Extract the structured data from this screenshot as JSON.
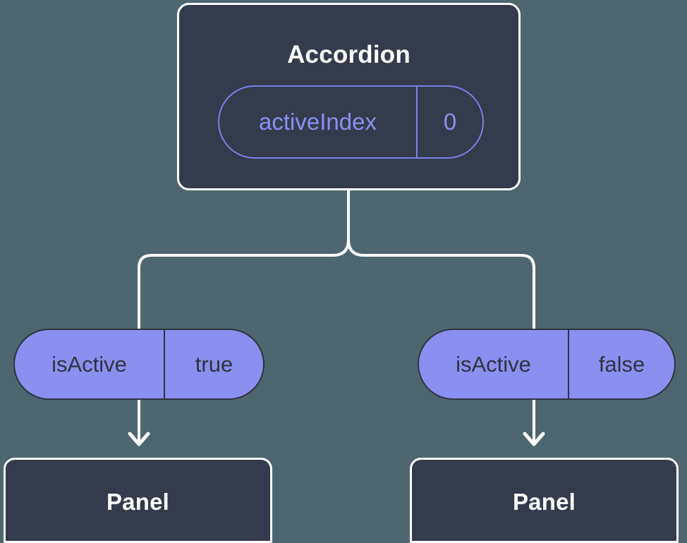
{
  "diagram": {
    "type": "component-state-tree",
    "background_color": "#4e6670",
    "node_fill": "#343b4c",
    "node_stroke": "#ffffff",
    "accent_purple": "#8b8fef",
    "outline_purple": "#7b80ea",
    "root": {
      "title": "Accordion",
      "prop": {
        "key": "activeIndex",
        "value": "0"
      }
    },
    "branches": [
      {
        "side": "left",
        "state": {
          "key": "isActive",
          "value": "true"
        },
        "child": {
          "title": "Panel"
        }
      },
      {
        "side": "right",
        "state": {
          "key": "isActive",
          "value": "false"
        },
        "child": {
          "title": "Panel"
        }
      }
    ],
    "connectors": {
      "trunk_label": "root-to-split-trunk",
      "arrow_style": "open-chevron",
      "arrow_color": "#ffffff",
      "line_color": "#ffffff",
      "line_width": "4"
    }
  }
}
